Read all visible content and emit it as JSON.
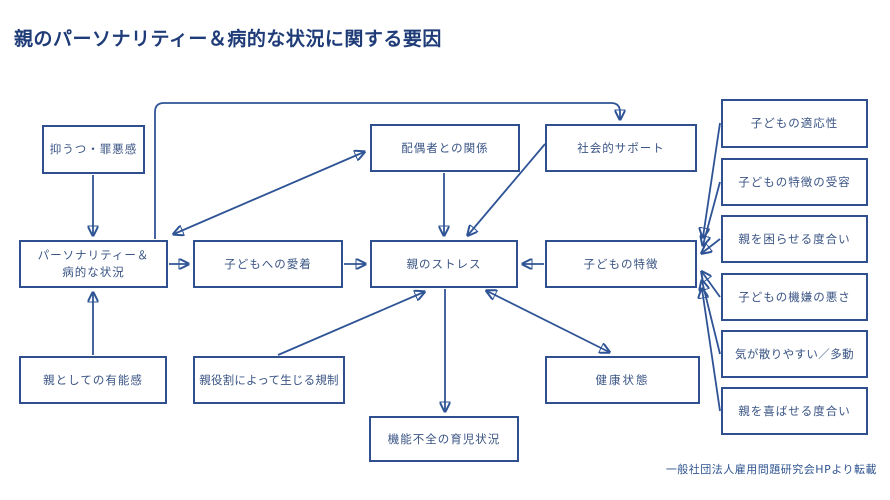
{
  "title": "親のパーソナリティー＆病的な状況に関する要因",
  "source_note": "一般社団法人雇用問題研究会HPより転載",
  "colors": {
    "box_border": "#2f4f8e",
    "arrow_line": "#2f5496",
    "title_text": "#1f3c78",
    "node_text": "#3a5484",
    "background": "#ffffff"
  },
  "nodes": {
    "depression": {
      "label": "抑うつ・罪悪感"
    },
    "personality": {
      "label": "パーソナリティー＆\n病的な状況"
    },
    "competence": {
      "label": "親としての有能感"
    },
    "attachment": {
      "label": "子どもへの愛着"
    },
    "role_restriction": {
      "label": "親役割によって生じる規制"
    },
    "spouse": {
      "label": "配偶者との関係"
    },
    "stress": {
      "label": "親のストレス"
    },
    "dysfunctional": {
      "label": "機能不全の育児状況"
    },
    "support": {
      "label": "社会的サポート"
    },
    "child_traits": {
      "label": "子どもの特徴"
    },
    "health": {
      "label": "健康状態"
    },
    "adaptability": {
      "label": "子どもの適応性"
    },
    "acceptance": {
      "label": "子どもの特徴の受容"
    },
    "bothering": {
      "label": "親を困らせる度合い"
    },
    "moodiness": {
      "label": "子どもの機嫌の悪さ"
    },
    "distractibility": {
      "label": "気が散りやすい／多動"
    },
    "pleasing": {
      "label": "親を喜ばせる度合い"
    }
  },
  "edges": [
    {
      "from": "抑うつ・罪悪感",
      "to": "パーソナリティー＆病的な状況",
      "type": "one-way"
    },
    {
      "from": "親としての有能感",
      "to": "パーソナリティー＆病的な状況",
      "type": "one-way"
    },
    {
      "from": "パーソナリティー＆病的な状況",
      "to": "子どもへの愛着",
      "type": "one-way"
    },
    {
      "from": "子どもへの愛着",
      "to": "親のストレス",
      "type": "one-way"
    },
    {
      "from": "パーソナリティー＆病的な状況",
      "to": "配偶者との関係",
      "type": "two-way"
    },
    {
      "from": "パーソナリティー＆病的な状況",
      "to": "社会的サポート",
      "type": "one-way"
    },
    {
      "from": "配偶者との関係",
      "to": "親のストレス",
      "type": "one-way"
    },
    {
      "from": "社会的サポート",
      "to": "親のストレス",
      "type": "one-way"
    },
    {
      "from": "親役割によって生じる規制",
      "to": "親のストレス",
      "type": "one-way"
    },
    {
      "from": "親のストレス",
      "to": "健康状態",
      "type": "two-way"
    },
    {
      "from": "親のストレス",
      "to": "機能不全の育児状況",
      "type": "one-way"
    },
    {
      "from": "子どもの特徴",
      "to": "親のストレス",
      "type": "one-way"
    },
    {
      "from": "子どもの適応性",
      "to": "子どもの特徴",
      "type": "one-way"
    },
    {
      "from": "子どもの特徴の受容",
      "to": "子どもの特徴",
      "type": "one-way"
    },
    {
      "from": "親を困らせる度合い",
      "to": "子どもの特徴",
      "type": "one-way"
    },
    {
      "from": "子どもの機嫌の悪さ",
      "to": "子どもの特徴",
      "type": "one-way"
    },
    {
      "from": "気が散りやすい／多動",
      "to": "子どもの特徴",
      "type": "one-way"
    },
    {
      "from": "親を喜ばせる度合い",
      "to": "子どもの特徴",
      "type": "one-way"
    }
  ]
}
